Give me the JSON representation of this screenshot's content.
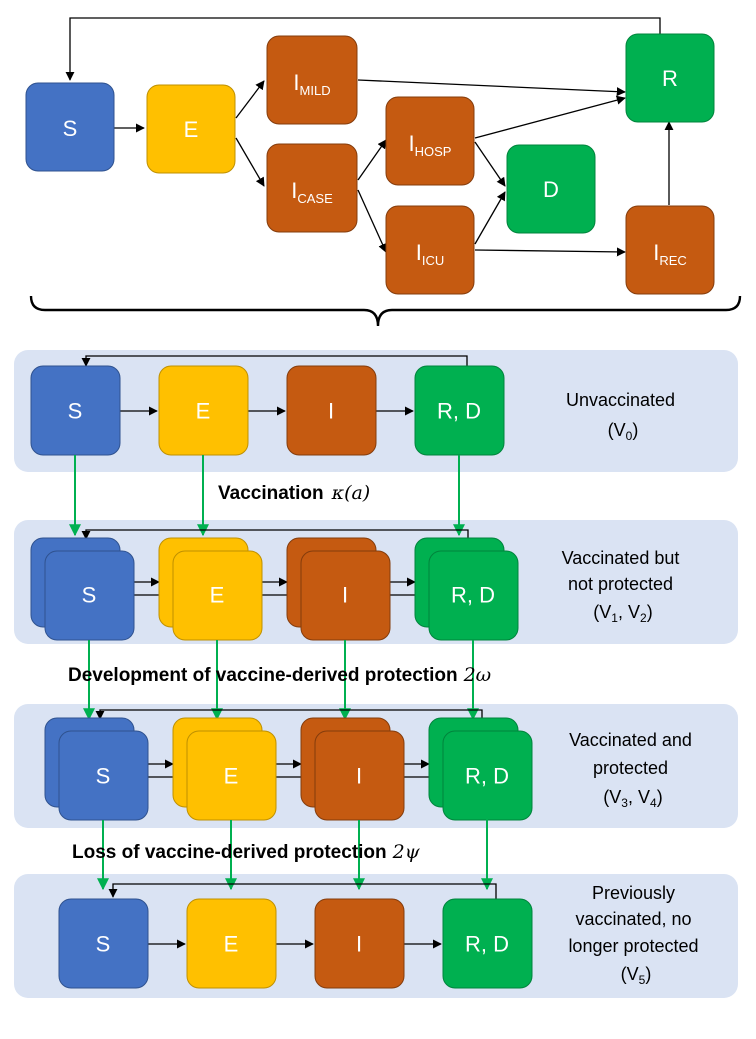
{
  "colors": {
    "S": "#4472c4",
    "E": "#ffc000",
    "I": "#c55a11",
    "R": "#00b050",
    "band": "#dae3f3",
    "edge": "#000000",
    "vaccine_arrow": "#00b050"
  },
  "top_diagram": {
    "nodes": {
      "S": {
        "main": "S",
        "sub": ""
      },
      "E": {
        "main": "E",
        "sub": ""
      },
      "I_MILD": {
        "main": "I",
        "sub": "MILD"
      },
      "I_CASE": {
        "main": "I",
        "sub": "CASE"
      },
      "I_HOSP": {
        "main": "I",
        "sub": "HOSP"
      },
      "I_ICU": {
        "main": "I",
        "sub": "ICU"
      },
      "D": {
        "main": "D",
        "sub": ""
      },
      "R": {
        "main": "R",
        "sub": ""
      },
      "I_REC": {
        "main": "I",
        "sub": "REC"
      }
    }
  },
  "strata": [
    {
      "label_lines": [
        "Unvaccinated"
      ],
      "group": {
        "prefix": "(V",
        "subs": [
          "0"
        ],
        "suffix": ")"
      }
    },
    {
      "label_lines": [
        "Vaccinated but",
        "not protected"
      ],
      "group": {
        "prefix": "(V",
        "subs": [
          "1",
          "2"
        ],
        "suffix": ")"
      }
    },
    {
      "label_lines": [
        "Vaccinated and",
        "protected"
      ],
      "group": {
        "prefix": "(V",
        "subs": [
          "3",
          "4"
        ],
        "suffix": ")"
      }
    },
    {
      "label_lines": [
        "Previously",
        "vaccinated, no",
        "longer protected"
      ],
      "group": {
        "prefix": "(V",
        "subs": [
          "5"
        ],
        "suffix": ")"
      }
    }
  ],
  "strata_boxes": [
    "S",
    "E",
    "I",
    "R, D"
  ],
  "transitions": [
    {
      "text": "Vaccination",
      "symbol": "κ(a)"
    },
    {
      "text": "Development of vaccine-derived protection",
      "symbol": "2ω"
    },
    {
      "text": "Loss of vaccine-derived protection",
      "symbol": "2ψ"
    }
  ]
}
